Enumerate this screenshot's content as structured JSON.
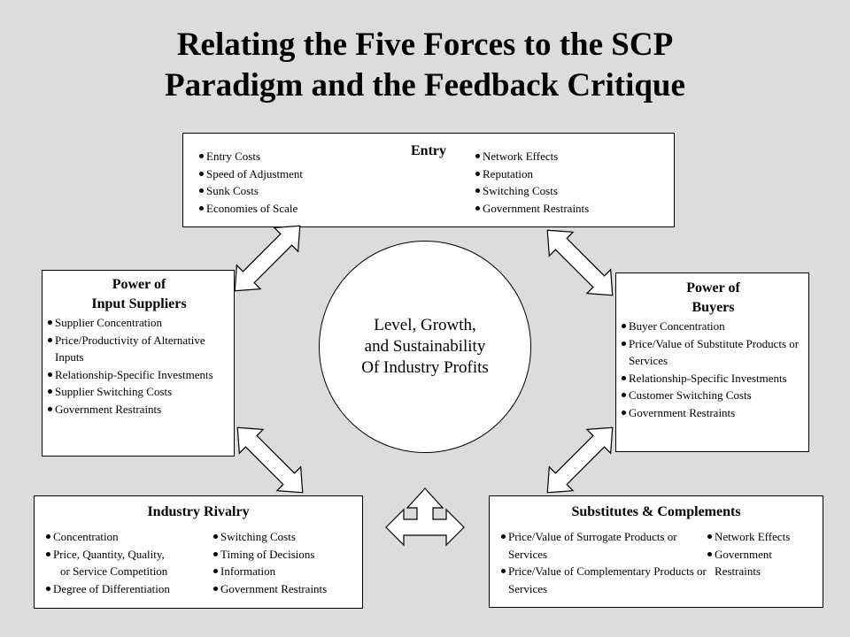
{
  "title": {
    "line1": "Relating the Five Forces to the SCP",
    "line2": "Paradigm and the Feedback Critique"
  },
  "entry": {
    "heading": "Entry",
    "left_items": [
      "Entry Costs",
      "Speed of Adjustment",
      "Sunk Costs",
      "Economies of Scale"
    ],
    "right_items": [
      "Network Effects",
      "Reputation",
      "Switching Costs",
      "Government Restraints"
    ]
  },
  "suppliers": {
    "heading_line1": "Power of",
    "heading_line2": "Input Suppliers",
    "items": [
      "Supplier Concentration",
      "Price/Productivity of Alternative Inputs",
      "Relationship-Specific Investments",
      "Supplier Switching Costs",
      "Government Restraints"
    ]
  },
  "buyers": {
    "heading_line1": "Power of",
    "heading_line2": "Buyers",
    "items": [
      "Buyer Concentration",
      "Price/Value of Substitute Products or Services",
      "Relationship-Specific Investments",
      "Customer Switching Costs",
      "Government Restraints"
    ]
  },
  "rivalry": {
    "heading": "Industry Rivalry",
    "left_items": [
      "Concentration",
      "Price, Quantity, Quality,",
      "Degree of Differentiation"
    ],
    "left_item_continuation": "or Service Competition",
    "right_items": [
      "Switching Costs",
      "Timing of Decisions",
      "Information",
      "Government Restraints"
    ]
  },
  "substitutes": {
    "heading": "Substitutes & Complements",
    "left_items": [
      "Price/Value of Surrogate Products or Services",
      "Price/Value of Complementary Products or Services"
    ],
    "right_items": [
      "Network Effects",
      "Government Restraints"
    ]
  },
  "center": {
    "line1": "Level, Growth,",
    "line2": "and Sustainability",
    "line3": "Of Industry Profits"
  },
  "colors": {
    "background": "#dcdcdc",
    "box_fill": "#ffffff",
    "outline": "#000000"
  },
  "icons": [
    "double-headed-arrow-icon",
    "three-headed-arrow-icon",
    "bullet-icon"
  ]
}
